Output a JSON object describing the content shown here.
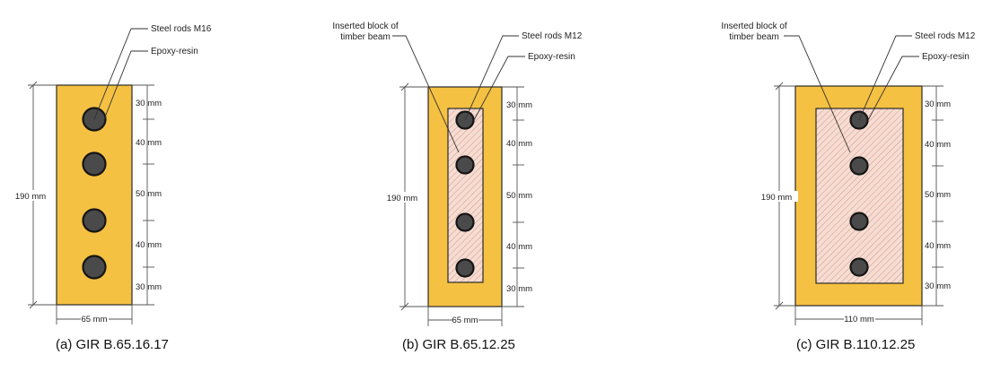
{
  "colors": {
    "timber": "#F5C142",
    "timber_edge": "#2a2a2a",
    "insert_fill": "#F6DDD3",
    "insert_hatch": "#D99A86",
    "rod": "#4a4a4a",
    "rod_ring": "#151515"
  },
  "panels": [
    {
      "caption": "(a) GIR B.65.16.17",
      "height_label": "190 mm",
      "width_label": "65 mm",
      "rod_label": "Steel rods M16",
      "resin_label": "Epoxy-resin",
      "insert_label_lines": [],
      "spacing_labels": [
        "30 mm",
        "40 mm",
        "50 mm",
        "40 mm",
        "30 mm"
      ]
    },
    {
      "caption": "(b) GIR B.65.12.25",
      "height_label": "190 mm",
      "width_label": "65 mm",
      "rod_label": "Steel rods M12",
      "resin_label": "Epoxy-resin",
      "insert_label_lines": [
        "Inserted block of",
        "timber beam"
      ],
      "spacing_labels": [
        "30 mm",
        "40 mm",
        "50 mm",
        "40 mm",
        "30 mm"
      ]
    },
    {
      "caption": "(c) GIR B.110.12.25",
      "height_label": "190 mm",
      "width_label": "110 mm",
      "rod_label": "Steel rods M12",
      "resin_label": "Epoxy-resin",
      "insert_label_lines": [
        "Inserted block of",
        "timber beam"
      ],
      "spacing_labels": [
        "30 mm",
        "40 mm",
        "50 mm",
        "40 mm",
        "30 mm"
      ]
    }
  ]
}
